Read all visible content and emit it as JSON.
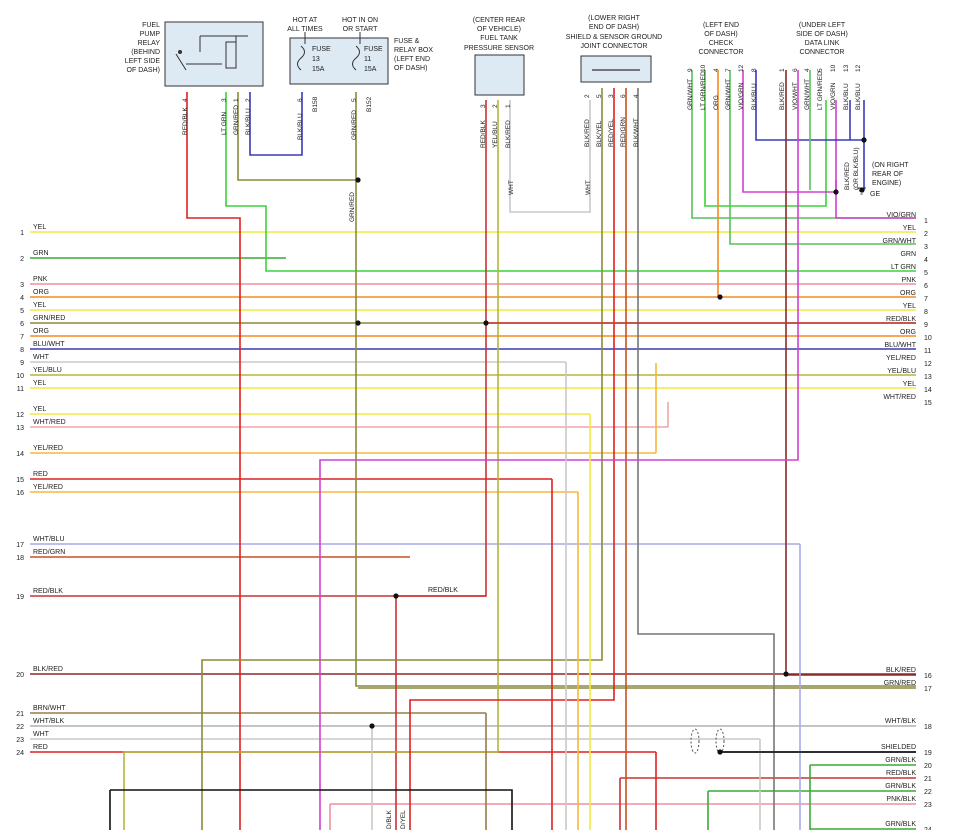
{
  "components": {
    "relay": [
      "FUEL",
      "PUMP",
      "RELAY",
      "(BEHIND",
      "LEFT SIDE",
      "OF DASH)"
    ],
    "hot_always": [
      "HOT AT",
      "ALL TIMES"
    ],
    "hot_run": [
      "HOT IN ON",
      "OR START"
    ],
    "fuse13": [
      "FUSE",
      "13",
      "15A"
    ],
    "fuse11": [
      "FUSE",
      "11",
      "15A"
    ],
    "fuse_box": [
      "FUSE &",
      "RELAY BOX",
      "(LEFT END",
      "OF DASH)"
    ],
    "tank_sensor": [
      "(CENTER REAR",
      "OF VEHICLE)",
      "FUEL TANK",
      "PRESSURE SENSOR"
    ],
    "ground_joint": [
      "(LOWER RIGHT",
      "END OF DASH)",
      "SHIELD & SENSOR GROUND",
      "JOINT CONNECTOR"
    ],
    "check_conn": [
      "(LEFT END",
      "OF DASH)",
      "CHECK",
      "CONNECTOR"
    ],
    "dlc": [
      "(UNDER LEFT",
      "SIDE OF DASH)",
      "DATA LINK",
      "CONNECTOR"
    ],
    "engine_ground": [
      "(ON RIGHT",
      "REAR OF",
      "ENGINE)",
      "GE"
    ],
    "b158": "B158",
    "b152": "B152"
  },
  "left_pins": [
    {
      "n": "1",
      "label": "YEL",
      "color": "#f2ea3a"
    },
    {
      "n": "2",
      "label": "GRN",
      "color": "#3aaa35"
    },
    {
      "n": "3",
      "label": "PNK",
      "color": "#f08fa0"
    },
    {
      "n": "4",
      "label": "ORG",
      "color": "#f28c1e"
    },
    {
      "n": "5",
      "label": "YEL",
      "color": "#f2ea3a"
    },
    {
      "n": "6",
      "label": "GRN/RED",
      "color": "#8a8a3a"
    },
    {
      "n": "7",
      "label": "ORG",
      "color": "#f28c1e"
    },
    {
      "n": "8",
      "label": "BLU/WHT",
      "color": "#3a3ab5"
    },
    {
      "n": "9",
      "label": "WHT",
      "color": "#c8c8c8"
    },
    {
      "n": "10",
      "label": "YEL/BLU",
      "color": "#b5b53a"
    },
    {
      "n": "11",
      "label": "YEL",
      "color": "#f2ea3a"
    },
    {
      "n": "12",
      "label": "YEL",
      "color": "#f2ea3a"
    },
    {
      "n": "13",
      "label": "WHT/RED",
      "color": "#f0a5a5"
    },
    {
      "n": "14",
      "label": "YEL/RED",
      "color": "#f5b83a"
    },
    {
      "n": "15",
      "label": "RED",
      "color": "#e02020"
    },
    {
      "n": "16",
      "label": "YEL/RED",
      "color": "#f5b83a"
    },
    {
      "n": "17",
      "label": "WHT/BLU",
      "color": "#a8a8e8"
    },
    {
      "n": "18",
      "label": "RED/GRN",
      "color": "#c8501e"
    },
    {
      "n": "19",
      "label": "RED/BLK",
      "color": "#c83232"
    },
    {
      "n": "20",
      "label": "BLK/RED",
      "color": "#8a2a2a"
    },
    {
      "n": "21",
      "label": "BRN/WHT",
      "color": "#9a7a4a"
    },
    {
      "n": "22",
      "label": "WHT/BLK",
      "color": "#b0b0b0"
    },
    {
      "n": "23",
      "label": "WHT",
      "color": "#c8c8c8"
    },
    {
      "n": "24",
      "label": "RED",
      "color": "#e02020"
    }
  ],
  "right_pins": [
    {
      "n": "1",
      "label": "VIO/GRN",
      "color": "#d040d0"
    },
    {
      "n": "2",
      "label": "YEL",
      "color": "#f2ea3a"
    },
    {
      "n": "3",
      "label": "GRN/WHT",
      "color": "#5abf5a"
    },
    {
      "n": "4",
      "label": "GRN",
      "color": "#3aaa35"
    },
    {
      "n": "5",
      "label": "LT GRN",
      "color": "#3ad23a"
    },
    {
      "n": "6",
      "label": "PNK",
      "color": "#f08fa0"
    },
    {
      "n": "7",
      "label": "ORG",
      "color": "#f28c1e"
    },
    {
      "n": "8",
      "label": "YEL",
      "color": "#f2ea3a"
    },
    {
      "n": "9",
      "label": "RED/BLK",
      "color": "#c83232"
    },
    {
      "n": "10",
      "label": "ORG",
      "color": "#f28c1e"
    },
    {
      "n": "11",
      "label": "BLU/WHT",
      "color": "#3a3ab5"
    },
    {
      "n": "12",
      "label": "YEL/RED",
      "color": "#f5b83a"
    },
    {
      "n": "13",
      "label": "YEL/BLU",
      "color": "#b5b53a"
    },
    {
      "n": "14",
      "label": "YEL",
      "color": "#f2ea3a"
    },
    {
      "n": "15",
      "label": "WHT/RED",
      "color": "#f0a5a5"
    },
    {
      "n": "16",
      "label": "BLK/RED",
      "color": "#8a2a2a"
    },
    {
      "n": "17",
      "label": "GRN/RED",
      "color": "#8a8a3a"
    },
    {
      "n": "18",
      "label": "WHT/BLK",
      "color": "#b0b0b0"
    },
    {
      "n": "19",
      "label": "SHIELDED",
      "color": "#111111"
    },
    {
      "n": "20",
      "label": "GRN/BLK",
      "color": "#3aaa35"
    },
    {
      "n": "21",
      "label": "RED/BLK",
      "color": "#c83232"
    },
    {
      "n": "22",
      "label": "GRN/BLK",
      "color": "#3aaa35"
    },
    {
      "n": "23",
      "label": "PNK/BLK",
      "color": "#f08fa0"
    },
    {
      "n": "24",
      "label": "GRN/BLK",
      "color": "#3aaa35"
    }
  ],
  "relay_pins": [
    {
      "n": "4",
      "label": "RED/BLK"
    },
    {
      "n": "3",
      "label": "LT GRN"
    },
    {
      "n": "1",
      "label": "GRN/RED"
    },
    {
      "n": "2",
      "label": "BLK/BLU"
    }
  ],
  "fuse_pins": [
    {
      "n": "6",
      "label": "BLK/BLU"
    },
    {
      "n": "5",
      "label": "GRN/RED"
    }
  ],
  "sensor_pins": [
    {
      "n": "3",
      "label": "RED/BLK"
    },
    {
      "n": "2",
      "label": "YEL/BLU"
    },
    {
      "n": "1",
      "label": "BLK/RED"
    }
  ],
  "joint_pins": [
    {
      "n": "2",
      "label": "BLK/RED"
    },
    {
      "n": "5",
      "label": "BLK/YEL"
    },
    {
      "n": "3",
      "label": "RED/YEL"
    },
    {
      "n": "6",
      "label": "RED/GRN"
    },
    {
      "n": "4",
      "label": "BLK/WHT"
    }
  ],
  "check_pins": [
    {
      "n": "9",
      "label": "GRN/WHT"
    },
    {
      "n": "10",
      "label": "LT GRN/RED"
    },
    {
      "n": "4",
      "label": "ORG"
    },
    {
      "n": "7",
      "label": "GRN/WHT"
    },
    {
      "n": "12",
      "label": "VIO/GRN"
    },
    {
      "n": "8",
      "label": "BLK/BLU"
    }
  ],
  "dlc_pins": [
    {
      "n": "1",
      "label": "BLK/RED"
    },
    {
      "n": "6",
      "label": "VIO/WHT"
    },
    {
      "n": "4",
      "label": "GRN/WHT"
    },
    {
      "n": "5",
      "label": "LT GRN/RED"
    },
    {
      "n": "10",
      "label": "VIO/GRN"
    },
    {
      "n": "13",
      "label": "BLK/BLU"
    },
    {
      "n": "12",
      "label": "BLK/BLU"
    }
  ],
  "wire_labels": {
    "grn_red": "GRN/RED",
    "wht": "WHT",
    "wht2": "WHT",
    "red_blk": "RED/BLK",
    "blk_red_alt": "BLK/RED",
    "blk_blu_alt": "(OR BLK/BLU)",
    "d_blk": "D/BLK",
    "d_yel": "D/YEL"
  }
}
